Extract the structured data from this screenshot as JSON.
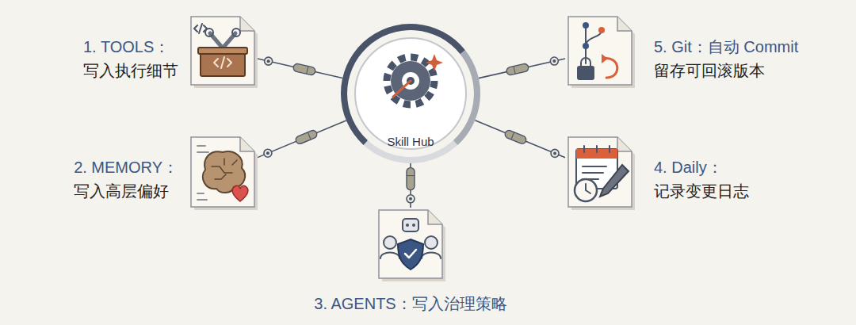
{
  "diagram": {
    "nodes": [
      {
        "text": [
          "Skill Hub"
        ]
      },
      {
        "text": [
          "1. TOOLS：",
          "写入执行细节"
        ]
      },
      {
        "text": [
          "2. MEMORY：",
          "写入高层偏好"
        ]
      },
      {
        "text": [
          "3. AGENTS：写入治理策略"
        ]
      },
      {
        "text": [
          "4. Daily：",
          "记录变更日志"
        ]
      },
      {
        "text": [
          "5. Git：自动 Commit",
          "留存可回滚版本"
        ]
      }
    ],
    "edges": [
      {
        "from": 0,
        "to": 1,
        "arrow": "none"
      },
      {
        "from": 0,
        "to": 2,
        "arrow": "none"
      },
      {
        "from": 0,
        "to": 3,
        "arrow": "none"
      },
      {
        "from": 0,
        "to": 4,
        "arrow": "none"
      },
      {
        "from": 0,
        "to": 5,
        "arrow": "none"
      }
    ]
  }
}
